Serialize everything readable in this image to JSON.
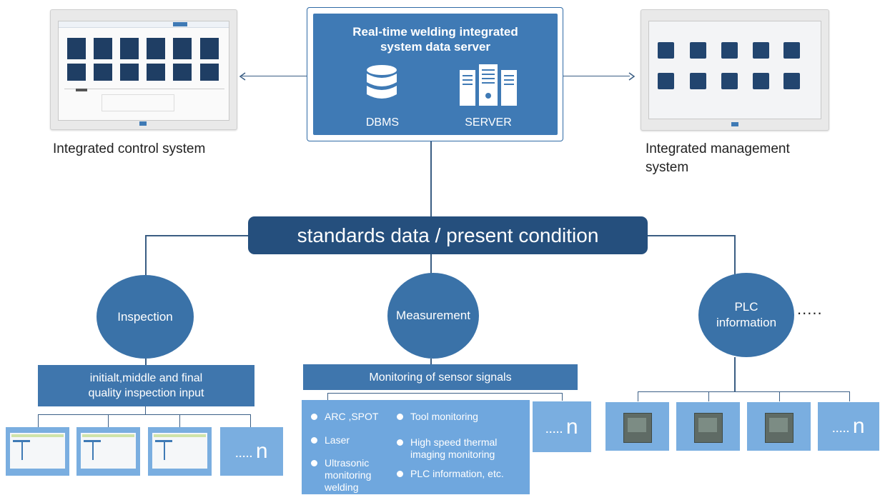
{
  "server": {
    "title_line1": "Real-time welding integrated",
    "title_line2": "system data server",
    "dbms_label": "DBMS",
    "server_label": "SERVER"
  },
  "left_system": {
    "label": "Integrated control system"
  },
  "right_system": {
    "label_line1": "Integrated management",
    "label_line2": "system"
  },
  "banner": {
    "label": "standards data / present condition"
  },
  "inspection": {
    "circle_label": "Inspection",
    "bar_line1": "initialt,middle and final",
    "bar_line2": "quality inspection input",
    "n_tile": {
      "dots": ".....",
      "n": "n"
    }
  },
  "measurement": {
    "circle_label": "Measurement",
    "bar_label": "Monitoring of sensor signals",
    "items_left": [
      "ARC ,SPOT",
      "Laser",
      "Ultrasonic\nmonitoring\nwelding"
    ],
    "items_right": [
      "Tool monitoring",
      "High speed thermal\nimaging monitoring",
      "PLC information, etc."
    ],
    "n_tile": {
      "dots": ".....",
      "n": "n"
    }
  },
  "plc": {
    "circle_line1": "PLC",
    "circle_line2": "information",
    "ellipsis": ".....",
    "n_tile": {
      "dots": ".....",
      "n": "n"
    }
  },
  "colors": {
    "dark_blue": "#254f7d",
    "mid_blue": "#3a72a8",
    "light_blue": "#7aaee0",
    "line": "#3a5d83"
  }
}
